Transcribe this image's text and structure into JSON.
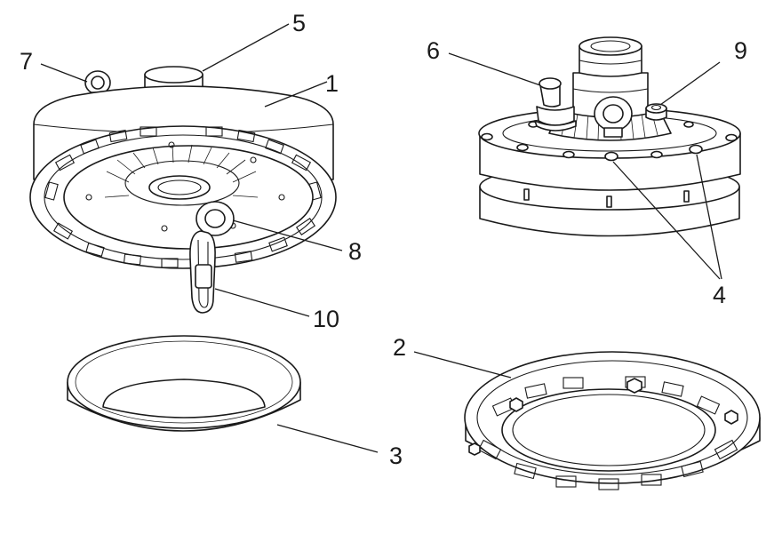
{
  "callouts": {
    "c1": "1",
    "c2": "2",
    "c3": "3",
    "c4": "4",
    "c5": "5",
    "c6": "6",
    "c7": "7",
    "c8": "8",
    "c9": "9",
    "c10": "10"
  },
  "palette": {
    "line": "#1a1a1a",
    "fill": "#ffffff"
  }
}
